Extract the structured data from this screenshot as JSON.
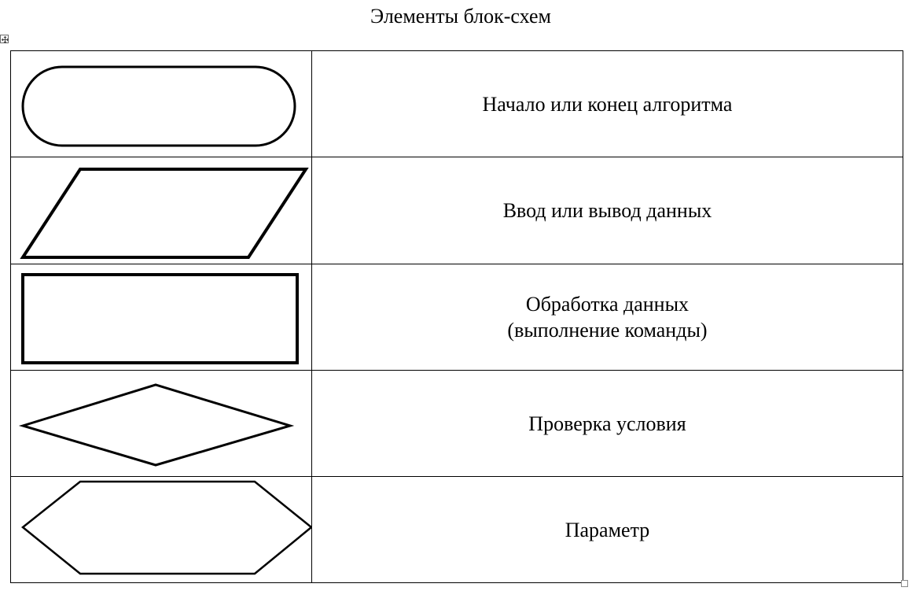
{
  "title": "Элементы блок-схем",
  "rows": [
    {
      "shape": "terminator",
      "lines": [
        "Начало или конец алгоритма"
      ]
    },
    {
      "shape": "parallelogram",
      "lines": [
        "Ввод или вывод данных"
      ]
    },
    {
      "shape": "rectangle",
      "lines": [
        "Обработка данных",
        "(выполнение команды)"
      ]
    },
    {
      "shape": "diamond",
      "lines": [
        "Проверка условия"
      ]
    },
    {
      "shape": "hexagon",
      "lines": [
        "Параметр"
      ]
    }
  ]
}
